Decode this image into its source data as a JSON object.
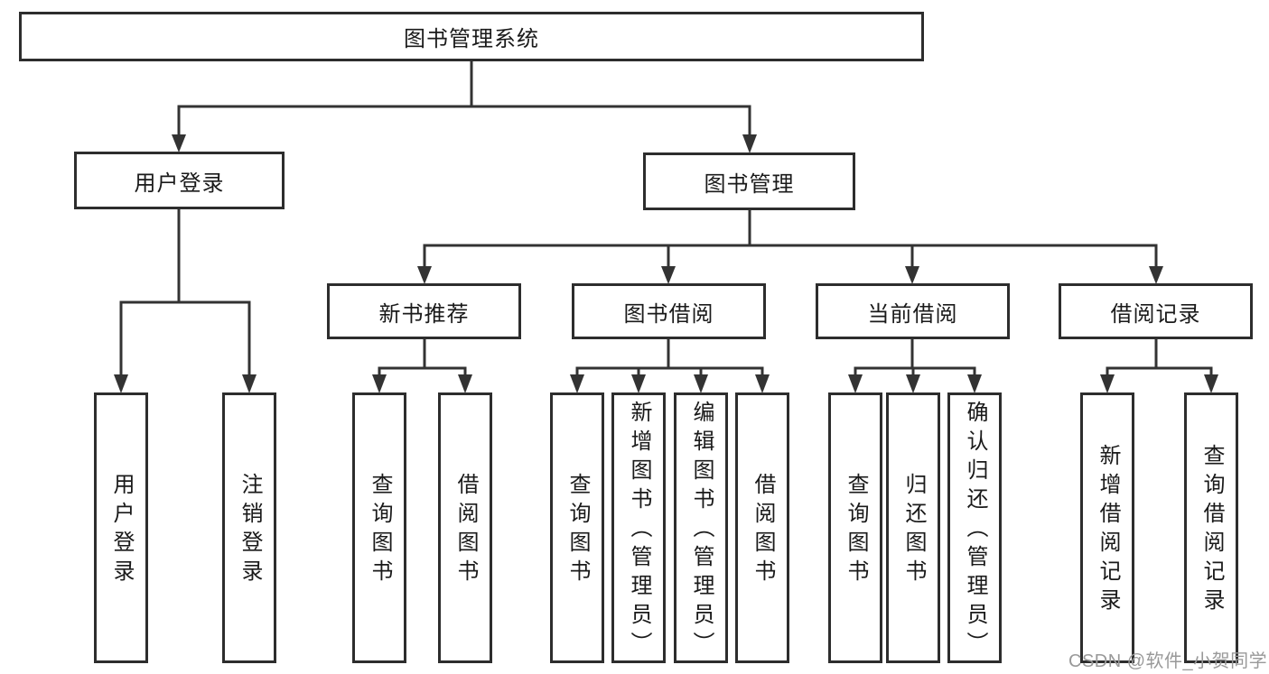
{
  "tree": {
    "label": "图书管理系统",
    "children": [
      {
        "label": "用户登录",
        "children": [
          {
            "label": "用户登录"
          },
          {
            "label": "注销登录"
          }
        ]
      },
      {
        "label": "图书管理",
        "children": [
          {
            "label": "新书推荐",
            "children": [
              {
                "label": "查询图书"
              },
              {
                "label": "借阅图书"
              }
            ]
          },
          {
            "label": "图书借阅",
            "children": [
              {
                "label": "查询图书"
              },
              {
                "label": "新增图书（管理员）"
              },
              {
                "label": "编辑图书（管理员）"
              },
              {
                "label": "借阅图书"
              }
            ]
          },
          {
            "label": "当前借阅",
            "children": [
              {
                "label": "查询图书"
              },
              {
                "label": "归还图书"
              },
              {
                "label": "确认归还（管理员）"
              }
            ]
          },
          {
            "label": "借阅记录",
            "children": [
              {
                "label": "新增借阅记录"
              },
              {
                "label": "查询借阅记录"
              }
            ]
          }
        ]
      }
    ]
  },
  "watermark": {
    "text": "CSDN @软件_小贺同学"
  },
  "colors": {
    "line": "#333333",
    "border": "#2d2d2d",
    "text": "#1a1a1a",
    "background": "#ffffff",
    "watermark": "#999999"
  }
}
